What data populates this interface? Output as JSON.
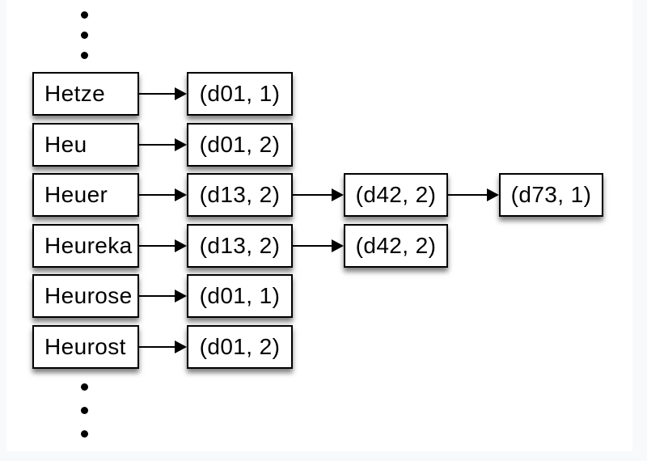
{
  "diagram": {
    "type": "inverted-index",
    "description": "Dictionary terms with linked postings lists (docId, term frequency)",
    "rows": [
      {
        "term": "Hetze",
        "postings": [
          "(d01, 1)"
        ]
      },
      {
        "term": "Heu",
        "postings": [
          "(d01, 2)"
        ]
      },
      {
        "term": "Heuer",
        "postings": [
          "(d13, 2)",
          "(d42, 2)",
          "(d73, 1)"
        ]
      },
      {
        "term": "Heureka",
        "postings": [
          "(d13, 2)",
          "(d42, 2)"
        ]
      },
      {
        "term": "Heurose",
        "postings": [
          "(d01, 1)"
        ]
      },
      {
        "term": "Heurost",
        "postings": [
          "(d01, 2)"
        ]
      }
    ],
    "ellipsis": {
      "top": "3 dots",
      "bottom": "3 dots"
    },
    "colors": {
      "page_bg": "#f8f9fa",
      "slide_bg": "#ffffff",
      "box_bg": "#ffffff",
      "box_border": "#000000",
      "arrow": "#000000",
      "text": "#000000",
      "shadow": "rgba(0,0,0,0.5)"
    }
  }
}
